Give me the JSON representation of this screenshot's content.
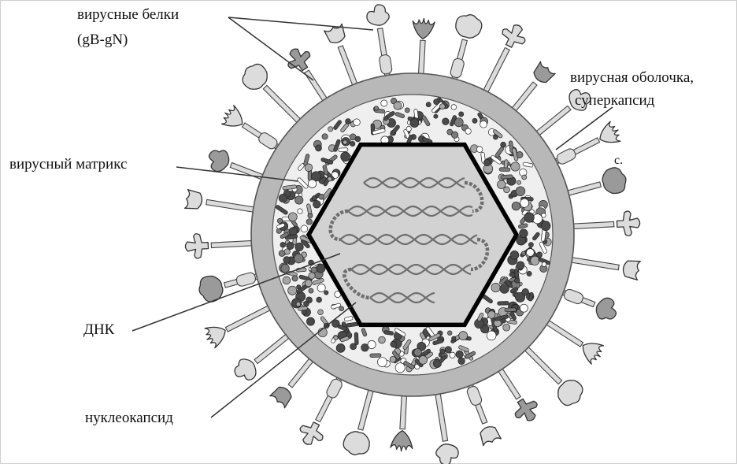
{
  "labels": {
    "proteins_line1": "вирусные белки",
    "proteins_line2": "(gB-gN)",
    "envelope_line1": "вирусная оболочка,",
    "envelope_line2": "суперкапсид",
    "matrix": "вирусный матрикс",
    "dna": "ДНК",
    "nucleocapsid": "нуклеокапсид",
    "stray_mark": "c."
  },
  "colors": {
    "background": "#ffffff",
    "envelope_ring": "#b8b8b8",
    "envelope_outline": "#555555",
    "matrix_fill": "#efefef",
    "particles_dark": "#4a4a4a",
    "particles_mid": "#7a7a7a",
    "particles_light": "#a6a6a6",
    "capsid_outline": "#000000",
    "capsid_fill": "#d2d2d2",
    "dna_strand": "#6e6e6e",
    "spike_fill": "#9a9a9a",
    "spike_light": "#dcdcdc"
  }
}
